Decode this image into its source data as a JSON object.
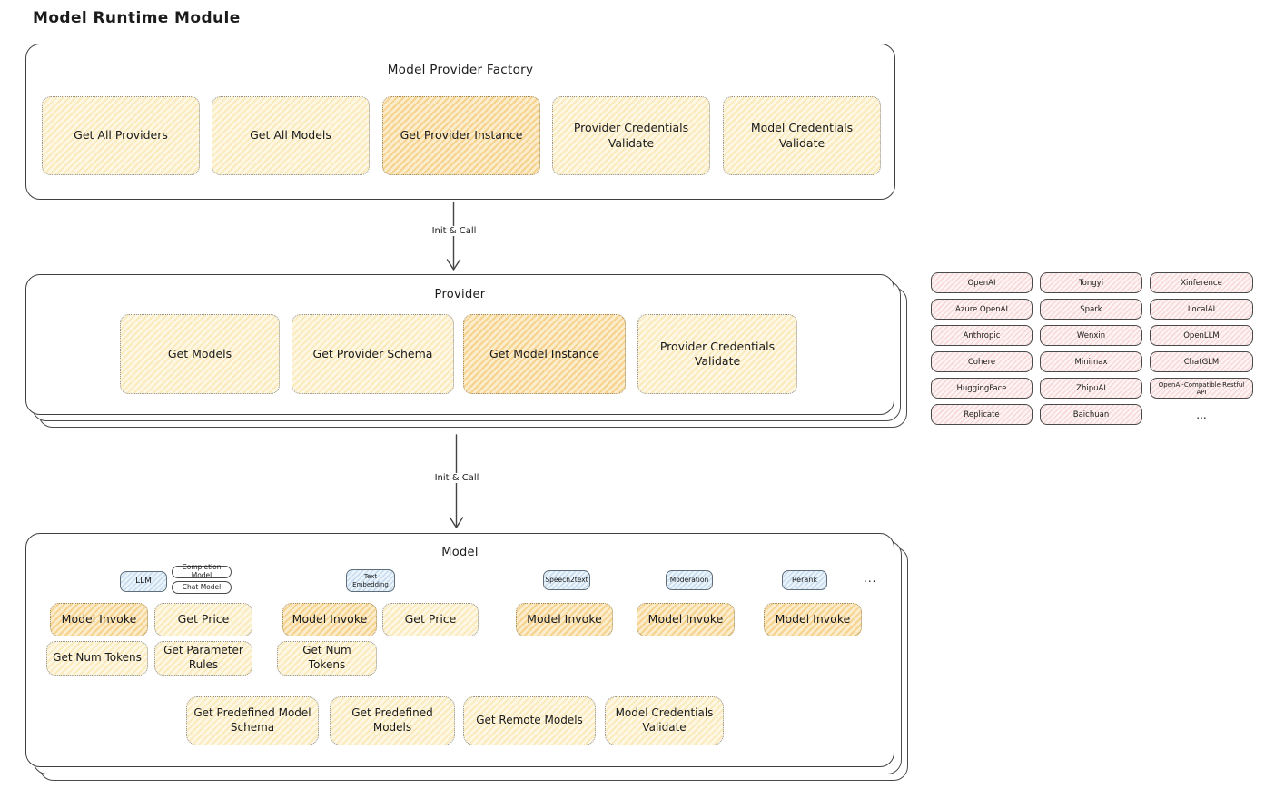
{
  "page_title": "Model Runtime Module",
  "factory": {
    "title": "Model Provider Factory",
    "cells": [
      {
        "label": "Get All Providers",
        "highlight": false
      },
      {
        "label": "Get All Models",
        "highlight": false
      },
      {
        "label": "Get Provider Instance",
        "highlight": true
      },
      {
        "label": "Provider Credentials Validate",
        "highlight": false
      },
      {
        "label": "Model Credentials Validate",
        "highlight": false
      }
    ]
  },
  "arrows": {
    "init_call_1": "Init & Call",
    "init_call_2": "Init & Call"
  },
  "provider": {
    "title": "Provider",
    "cells": [
      {
        "label": "Get Models",
        "highlight": false
      },
      {
        "label": "Get Provider Schema",
        "highlight": false
      },
      {
        "label": "Get Model Instance",
        "highlight": true
      },
      {
        "label": "Provider Credentials Validate",
        "highlight": false
      }
    ]
  },
  "providers_panel": {
    "items": [
      "OpenAI",
      "Tongyi",
      "Xinference",
      "Azure OpenAI",
      "Spark",
      "LocalAI",
      "Anthropic",
      "Wenxin",
      "OpenLLM",
      "Cohere",
      "Minimax",
      "ChatGLM",
      "HuggingFace",
      "ZhipuAI",
      "OpenAI-Compatible Restful API",
      "Replicate",
      "Baichuan"
    ],
    "more": "..."
  },
  "model": {
    "title": "Model",
    "tags": {
      "llm": "LLM",
      "completion_model": "Completion Model",
      "chat_model": "Chat Model",
      "text_embedding": "Text Embedding",
      "speech2text": "Speech2text",
      "moderation": "Moderation",
      "rerank": "Rerank",
      "more": "..."
    },
    "cells": {
      "llm_invoke": "Model Invoke",
      "llm_get_price": "Get Price",
      "llm_get_num_tokens": "Get Num Tokens",
      "llm_get_parameter_rules": "Get Parameter Rules",
      "embedding_invoke": "Model Invoke",
      "embedding_get_price": "Get Price",
      "embedding_get_num_tokens": "Get Num Tokens",
      "speech2text_invoke": "Model Invoke",
      "moderation_invoke": "Model Invoke",
      "rerank_invoke": "Model Invoke"
    },
    "bottom_cells": [
      {
        "label": "Get Predefined Model Schema"
      },
      {
        "label": "Get Predefined Models"
      },
      {
        "label": "Get Remote Models"
      },
      {
        "label": "Model Credentials Validate"
      }
    ]
  },
  "palette": {
    "cell_yellow": "#fdf7e4",
    "cell_highlight_orange": "#fbeccb",
    "provider_pink": "#fdf3f3",
    "tag_blue": "#ebf4fb",
    "line_dark": "#3f3f3f"
  }
}
